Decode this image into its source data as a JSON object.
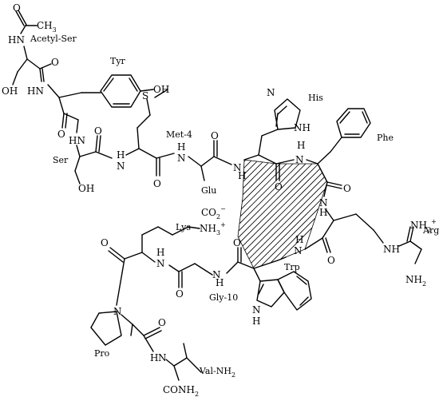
{
  "molecule": {
    "residues": {
      "acetyl_ser": "Acetyl-Ser",
      "tyr": "Tyr",
      "ser": "Ser",
      "met": "Met-4",
      "glu": "Glu",
      "his": "His",
      "phe": "Phe",
      "arg": "Arg",
      "trp": "Trp",
      "lys": "Lys",
      "gly": "Gly-10",
      "pro": "Pro",
      "val": "Val-NH",
      "val_sub": "2"
    },
    "atoms": {
      "ch3": "CH",
      "ch3_sub": "3",
      "o": "O",
      "oh": "OH",
      "hn": "HN",
      "nh": "NH",
      "n": "N",
      "h": "H",
      "s": "S",
      "co2": "CO",
      "co2_sub": "2",
      "nh3": "NH",
      "nh3_sub": "3",
      "nh2": "NH",
      "nh2_sub": "2",
      "conh2": "CONH",
      "conh2_sub": "2",
      "minus": "−",
      "plus": "+"
    }
  }
}
